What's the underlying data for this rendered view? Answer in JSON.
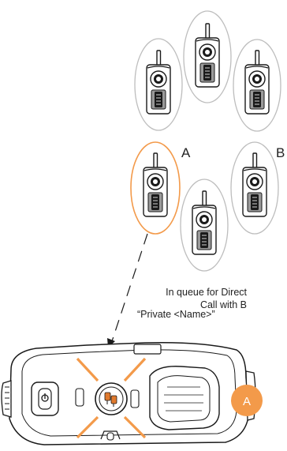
{
  "labels": {
    "group_a": "A",
    "group_b": "B",
    "queue_note_line1": "In queue for Direct",
    "queue_note_line2": "Call with B",
    "display_text": "“Private <Name>”",
    "badge_letter": "A"
  },
  "colors": {
    "highlight_orange": "#f39a4a",
    "oval_outline": "#bdbdbd",
    "badge_fill": "#f39a4a",
    "device_stroke": "#1a1a1a",
    "dashed_line": "#1a1a1a"
  },
  "icons": {
    "radio": "two-way-radio-icon",
    "private_call": "private-call-icon",
    "cross_marks": "orange-x-marks"
  }
}
